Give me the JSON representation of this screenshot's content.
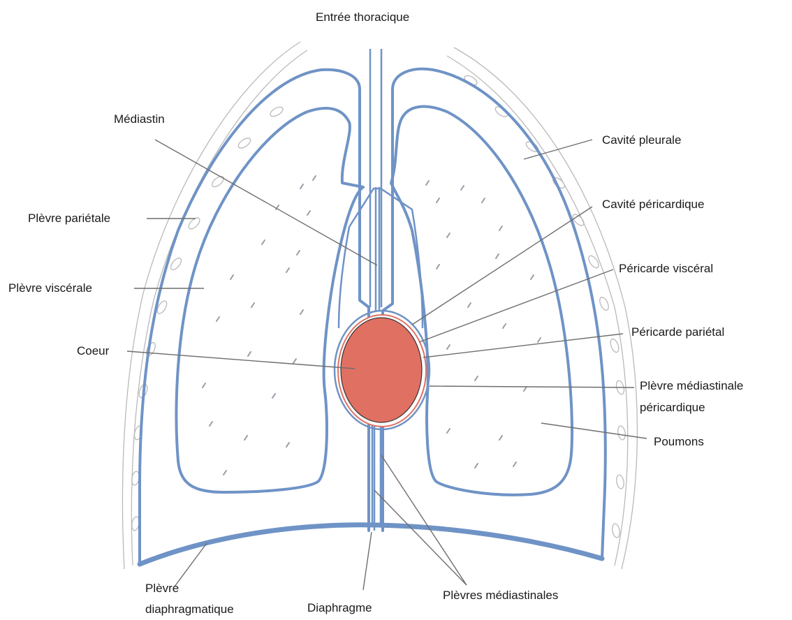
{
  "title": "Entrée thoracique",
  "labels": {
    "mediastin": "Médiastin",
    "cavite_pleurale": "Cavité pleurale",
    "cavite_pericardique": "Cavité péricardique",
    "plevre_parietale": "Plèvre pariétale",
    "pericarde_visceral": "Péricarde viscéral",
    "plevre_viscerale": "Plèvre viscérale",
    "pericarde_parietal": "Péricarde pariétal",
    "coeur": "Coeur",
    "plevre_mediastinale_pericardique_1": "Plèvre médiastinale",
    "plevre_mediastinale_pericardique_2": "péricardique",
    "poumons": "Poumons",
    "plevre_diaphragmatique_1": "Plèvre",
    "plevre_diaphragmatique_2": "diaphragmatique",
    "diaphragme": "Diaphragme",
    "plevres_mediastinales": "Plèvres médiastinales"
  },
  "colors": {
    "pleura": "#6f93c6",
    "heart": "#e07062",
    "leader": "#6e6e6e",
    "rib": "#b9b9b9"
  }
}
